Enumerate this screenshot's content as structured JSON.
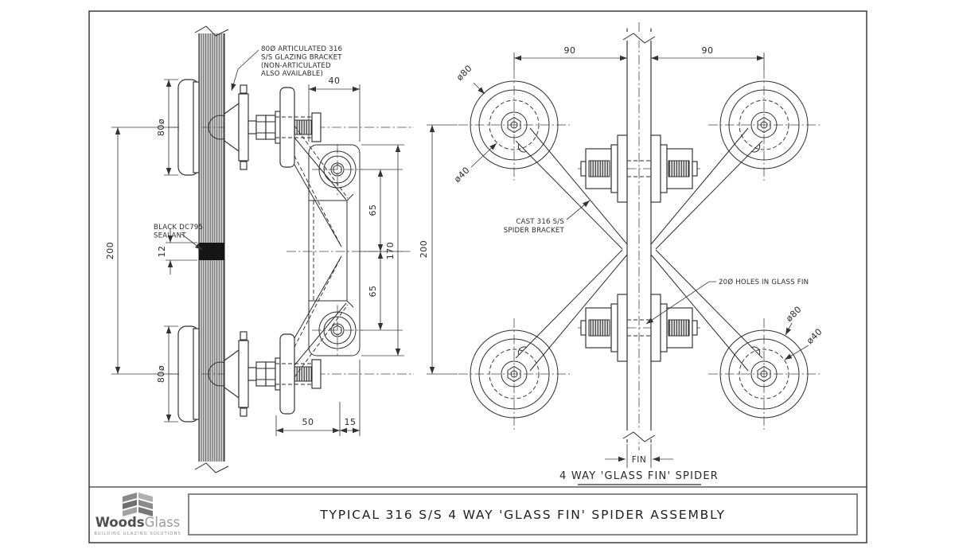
{
  "title_block": {
    "title": "TYPICAL 316 S/S 4 WAY 'GLASS FIN' SPIDER ASSEMBLY",
    "logo_part1": "Woods",
    "logo_part2": "Glass",
    "logo_tagline": "BUILDING GLAZING SOLUTIONS"
  },
  "side_view": {
    "note_bracket_l1": "80Ø ARTICULATED 316",
    "note_bracket_l2": "S/S GLAZING BRACKET",
    "note_bracket_l3": "(NON-ARTICULATED",
    "note_bracket_l4": "ALSO AVAILABLE)",
    "note_sealant_l1": "BLACK DC795",
    "note_sealant_l2": "SEALANT",
    "dim_disc_top": "80ø",
    "dim_disc_bottom": "80ø",
    "dim_span": "200",
    "dim_joint": "12",
    "dim_plate_width": "40",
    "dim_hole_upper": "65",
    "dim_plate_height": "170",
    "dim_hole_lower": "65",
    "dim_body": "50",
    "dim_plate_thk": "15"
  },
  "front_view": {
    "dim_left": "90",
    "dim_right": "90",
    "dim_vert": "200",
    "label_tl_outer": "ø80",
    "label_tl_inner": "ø40",
    "label_br_outer": "ø80",
    "label_br_inner": "ø40",
    "note_cast_l1": "CAST 316 S/S",
    "note_cast_l2": "SPIDER BRACKET",
    "note_holes": "20Ø HOLES IN GLASS FIN",
    "fin_label": "FIN",
    "caption": "4 WAY 'GLASS FIN' SPIDER"
  },
  "colors": {
    "line": "#2e2e2e",
    "sealant": "#151515",
    "glass_hatch": "#565656"
  }
}
